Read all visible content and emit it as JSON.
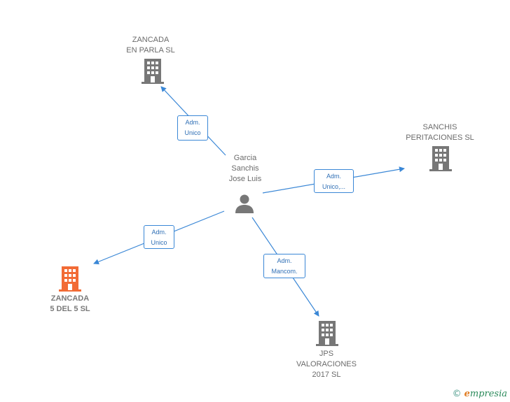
{
  "center": {
    "label": "Garcia\nSanchis\nJose Luis",
    "icon": "person-icon"
  },
  "companies": {
    "zancada_parla": {
      "label": "ZANCADA\nEN PARLA  SL",
      "icon": "building-icon",
      "color": "#777777"
    },
    "sanchis": {
      "label": "SANCHIS\nPERITACIONES SL",
      "icon": "building-icon",
      "color": "#777777"
    },
    "zancada_5": {
      "label": "ZANCADA\n5 DEL 5  SL",
      "icon": "building-icon",
      "color": "#f26b35"
    },
    "jps": {
      "label": "JPS\nVALORACIONES\n2017  SL",
      "icon": "building-icon",
      "color": "#777777"
    }
  },
  "roles": {
    "zancada_parla": "Adm.\nUnico",
    "sanchis": "Adm.\nUnico,...",
    "zancada_5": "Adm.\nUnico",
    "jps": "Adm.\nMancom."
  },
  "colors": {
    "edge": "#3a87d6",
    "person": "#777777"
  },
  "watermark": {
    "copyright": "©",
    "brand_initial": "e",
    "brand_rest": "mpresia"
  }
}
